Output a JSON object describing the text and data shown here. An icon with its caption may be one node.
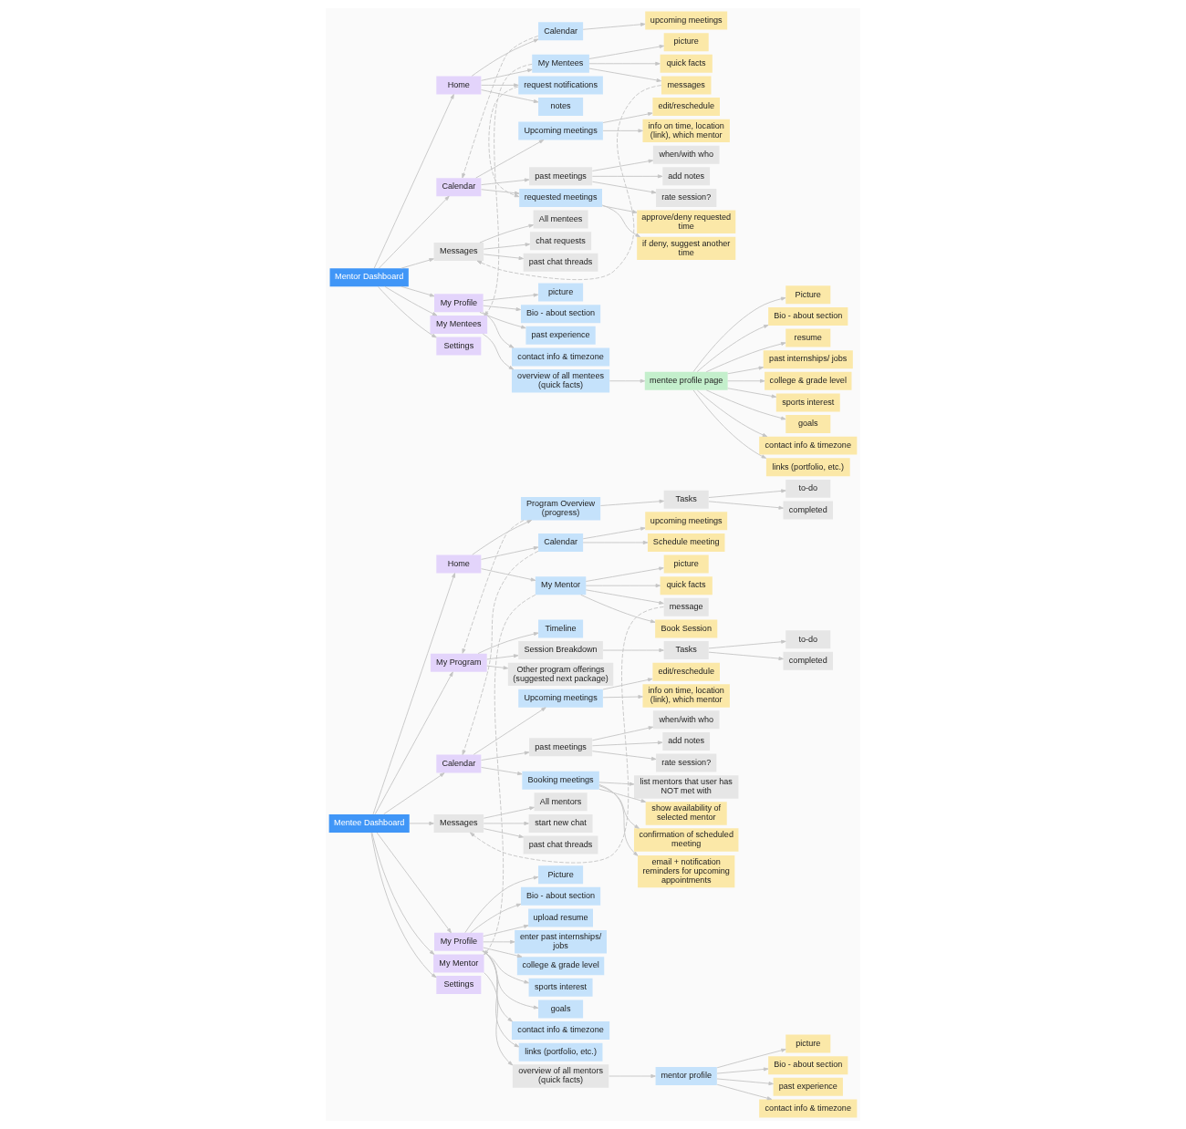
{
  "diagram": {
    "nodes": [
      {
        "text": [
          "Mentee Dashboard"
        ]
      },
      {
        "text": [
          "Home"
        ]
      },
      {
        "text": [
          "My Program"
        ]
      },
      {
        "text": [
          "Calendar"
        ]
      },
      {
        "text": [
          "Messages"
        ]
      },
      {
        "text": [
          "My Profile"
        ]
      },
      {
        "text": [
          "My Mentor"
        ]
      },
      {
        "text": [
          "Settings"
        ]
      },
      {
        "text": [
          "Program Overview (progress)"
        ]
      },
      {
        "text": [
          "Tasks"
        ]
      },
      {
        "text": [
          "to-do"
        ]
      },
      {
        "text": [
          "completed"
        ]
      },
      {
        "text": [
          "Calendar"
        ]
      },
      {
        "text": [
          "upcoming meetings"
        ]
      },
      {
        "text": [
          "Schedule meeting"
        ]
      },
      {
        "text": [
          "My Mentor"
        ]
      },
      {
        "text": [
          "picture"
        ]
      },
      {
        "text": [
          "quick facts"
        ]
      },
      {
        "text": [
          "message"
        ]
      },
      {
        "text": [
          "Book Session"
        ]
      },
      {
        "text": [
          "Timeline"
        ]
      },
      {
        "text": [
          "Session Breakdown"
        ]
      },
      {
        "text": [
          "Tasks"
        ]
      },
      {
        "text": [
          "to-do"
        ]
      },
      {
        "text": [
          "completed"
        ]
      },
      {
        "text": [
          "Other program offerings (suggested next package)"
        ]
      },
      {
        "text": [
          "Upcoming meetings"
        ]
      },
      {
        "text": [
          "edit/reschedule"
        ]
      },
      {
        "text": [
          "info on time, location (link), which mentor"
        ]
      },
      {
        "text": [
          "past meetings"
        ]
      },
      {
        "text": [
          "when/with who"
        ]
      },
      {
        "text": [
          "add notes"
        ]
      },
      {
        "text": [
          "rate session?"
        ]
      },
      {
        "text": [
          "Booking meetings"
        ]
      },
      {
        "text": [
          "list mentors that user has NOT met with"
        ]
      },
      {
        "text": [
          "show availability of selected mentor"
        ]
      },
      {
        "text": [
          "confirmation of scheduled meeting"
        ]
      },
      {
        "text": [
          "email + notification reminders for upcoming appointments"
        ]
      },
      {
        "text": [
          "All mentors"
        ]
      },
      {
        "text": [
          "start new chat"
        ]
      },
      {
        "text": [
          "past chat threads"
        ]
      },
      {
        "text": [
          "Picture"
        ]
      },
      {
        "text": [
          "Bio - about section"
        ]
      },
      {
        "text": [
          "upload resume"
        ]
      },
      {
        "text": [
          "enter past internships/ jobs"
        ]
      },
      {
        "text": [
          "college & grade level"
        ]
      },
      {
        "text": [
          "sports interest"
        ]
      },
      {
        "text": [
          "goals"
        ]
      },
      {
        "text": [
          "contact info & timezone"
        ]
      },
      {
        "text": [
          "links (portfolio, etc.)"
        ]
      },
      {
        "text": [
          "overview of all mentors (quick facts)"
        ]
      },
      {
        "text": [
          "mentor profile"
        ]
      },
      {
        "text": [
          "picture"
        ]
      },
      {
        "text": [
          "Bio - about section"
        ]
      },
      {
        "text": [
          "past experience"
        ]
      },
      {
        "text": [
          "contact info & timezone"
        ]
      },
      {
        "text": [
          "Mentor Dashboard"
        ]
      },
      {
        "text": [
          "Home"
        ]
      },
      {
        "text": [
          "Calendar"
        ]
      },
      {
        "text": [
          "Messages"
        ]
      },
      {
        "text": [
          "My Profile"
        ]
      },
      {
        "text": [
          "My Mentees"
        ]
      },
      {
        "text": [
          "Settings"
        ]
      },
      {
        "text": [
          "Calendar"
        ]
      },
      {
        "text": [
          "upcoming meetings"
        ]
      },
      {
        "text": [
          "My Mentees"
        ]
      },
      {
        "text": [
          "picture"
        ]
      },
      {
        "text": [
          "quick facts"
        ]
      },
      {
        "text": [
          "messages"
        ]
      },
      {
        "text": [
          "request notifications"
        ]
      },
      {
        "text": [
          "notes"
        ]
      },
      {
        "text": [
          "Upcoming meetings"
        ]
      },
      {
        "text": [
          "edit/reschedule"
        ]
      },
      {
        "text": [
          "info on time, location (link), which mentor"
        ]
      },
      {
        "text": [
          "past meetings"
        ]
      },
      {
        "text": [
          "when/with who"
        ]
      },
      {
        "text": [
          "add notes"
        ]
      },
      {
        "text": [
          "rate session?"
        ]
      },
      {
        "text": [
          "requested meetings"
        ]
      },
      {
        "text": [
          "approve/deny requested time"
        ]
      },
      {
        "text": [
          "if deny, suggest another time"
        ]
      },
      {
        "text": [
          "All mentees"
        ]
      },
      {
        "text": [
          "chat requests"
        ]
      },
      {
        "text": [
          "past chat threads"
        ]
      },
      {
        "text": [
          "picture"
        ]
      },
      {
        "text": [
          "Bio - about section"
        ]
      },
      {
        "text": [
          "past experience"
        ]
      },
      {
        "text": [
          "contact info & timezone"
        ]
      },
      {
        "text": [
          "overview of all mentees (quick facts)"
        ]
      },
      {
        "text": [
          "mentee profile page"
        ]
      },
      {
        "text": [
          "Picture"
        ]
      },
      {
        "text": [
          "Bio - about section"
        ]
      },
      {
        "text": [
          "resume"
        ]
      },
      {
        "text": [
          "past internships/ jobs"
        ]
      },
      {
        "text": [
          "college & grade level"
        ]
      },
      {
        "text": [
          "sports interest"
        ]
      },
      {
        "text": [
          "goals"
        ]
      },
      {
        "text": [
          "contact info & timezone"
        ]
      },
      {
        "text": [
          "links (portfolio, etc.)"
        ]
      }
    ],
    "edges": [
      {
        "from": 0,
        "to": 1,
        "arrow": "to"
      },
      {
        "from": 0,
        "to": 2,
        "arrow": "to"
      },
      {
        "from": 0,
        "to": 3,
        "arrow": "to"
      },
      {
        "from": 0,
        "to": 4,
        "arrow": "to"
      },
      {
        "from": 0,
        "to": 5,
        "arrow": "to"
      },
      {
        "from": 0,
        "to": 6,
        "arrow": "to"
      },
      {
        "from": 0,
        "to": 7,
        "arrow": "to"
      },
      {
        "from": 1,
        "to": 8,
        "arrow": "to"
      },
      {
        "from": 8,
        "to": 9,
        "arrow": "to"
      },
      {
        "from": 9,
        "to": 10,
        "arrow": "to"
      },
      {
        "from": 9,
        "to": 11,
        "arrow": "to"
      },
      {
        "from": 1,
        "to": 12,
        "arrow": "to"
      },
      {
        "from": 12,
        "to": 13,
        "arrow": "to"
      },
      {
        "from": 12,
        "to": 14,
        "arrow": "to"
      },
      {
        "from": 1,
        "to": 15,
        "arrow": "to"
      },
      {
        "from": 15,
        "to": 16,
        "arrow": "to"
      },
      {
        "from": 15,
        "to": 17,
        "arrow": "to"
      },
      {
        "from": 15,
        "to": 18,
        "arrow": "to"
      },
      {
        "from": 15,
        "to": 19,
        "arrow": "to"
      },
      {
        "from": 8,
        "to": 2,
        "arrow": "to",
        "style": "dashed"
      },
      {
        "from": 12,
        "to": 3,
        "arrow": "to",
        "style": "dashed"
      },
      {
        "from": 15,
        "to": 6,
        "arrow": "to",
        "style": "dashed"
      },
      {
        "from": 18,
        "to": 4,
        "arrow": "to",
        "style": "dashed"
      },
      {
        "from": 2,
        "to": 20,
        "arrow": "to"
      },
      {
        "from": 2,
        "to": 21,
        "arrow": "to"
      },
      {
        "from": 21,
        "to": 22,
        "arrow": "to"
      },
      {
        "from": 22,
        "to": 23,
        "arrow": "to"
      },
      {
        "from": 22,
        "to": 24,
        "arrow": "to"
      },
      {
        "from": 2,
        "to": 25,
        "arrow": "to"
      },
      {
        "from": 3,
        "to": 26,
        "arrow": "to"
      },
      {
        "from": 26,
        "to": 27,
        "arrow": "to"
      },
      {
        "from": 26,
        "to": 28,
        "arrow": "to"
      },
      {
        "from": 3,
        "to": 29,
        "arrow": "to"
      },
      {
        "from": 29,
        "to": 30,
        "arrow": "to"
      },
      {
        "from": 29,
        "to": 31,
        "arrow": "to"
      },
      {
        "from": 29,
        "to": 32,
        "arrow": "to"
      },
      {
        "from": 3,
        "to": 33,
        "arrow": "to"
      },
      {
        "from": 33,
        "to": 34,
        "arrow": "to"
      },
      {
        "from": 33,
        "to": 35,
        "arrow": "to"
      },
      {
        "from": 33,
        "to": 36,
        "arrow": "to"
      },
      {
        "from": 33,
        "to": 37,
        "arrow": "to"
      },
      {
        "from": 4,
        "to": 38,
        "arrow": "to"
      },
      {
        "from": 4,
        "to": 39,
        "arrow": "to"
      },
      {
        "from": 4,
        "to": 40,
        "arrow": "to"
      },
      {
        "from": 5,
        "to": 41,
        "arrow": "to"
      },
      {
        "from": 5,
        "to": 42,
        "arrow": "to"
      },
      {
        "from": 5,
        "to": 43,
        "arrow": "to"
      },
      {
        "from": 5,
        "to": 44,
        "arrow": "to"
      },
      {
        "from": 5,
        "to": 45,
        "arrow": "to"
      },
      {
        "from": 5,
        "to": 46,
        "arrow": "to"
      },
      {
        "from": 5,
        "to": 47,
        "arrow": "to"
      },
      {
        "from": 5,
        "to": 48,
        "arrow": "to"
      },
      {
        "from": 5,
        "to": 49,
        "arrow": "to"
      },
      {
        "from": 6,
        "to": 50,
        "arrow": "to"
      },
      {
        "from": 50,
        "to": 51,
        "arrow": "to"
      },
      {
        "from": 51,
        "to": 52,
        "arrow": "to"
      },
      {
        "from": 51,
        "to": 53,
        "arrow": "to"
      },
      {
        "from": 51,
        "to": 54,
        "arrow": "to"
      },
      {
        "from": 51,
        "to": 55,
        "arrow": "to"
      },
      {
        "from": 56,
        "to": 57,
        "arrow": "to"
      },
      {
        "from": 56,
        "to": 58,
        "arrow": "to"
      },
      {
        "from": 56,
        "to": 59,
        "arrow": "to"
      },
      {
        "from": 56,
        "to": 60,
        "arrow": "to"
      },
      {
        "from": 56,
        "to": 61,
        "arrow": "to"
      },
      {
        "from": 56,
        "to": 62,
        "arrow": "to"
      },
      {
        "from": 57,
        "to": 63,
        "arrow": "to"
      },
      {
        "from": 63,
        "to": 64,
        "arrow": "to"
      },
      {
        "from": 57,
        "to": 65,
        "arrow": "to"
      },
      {
        "from": 65,
        "to": 66,
        "arrow": "to"
      },
      {
        "from": 65,
        "to": 67,
        "arrow": "to"
      },
      {
        "from": 65,
        "to": 68,
        "arrow": "to"
      },
      {
        "from": 57,
        "to": 69,
        "arrow": "to"
      },
      {
        "from": 57,
        "to": 70,
        "arrow": "to"
      },
      {
        "from": 63,
        "to": 58,
        "arrow": "to",
        "style": "dashed"
      },
      {
        "from": 65,
        "to": 61,
        "arrow": "to",
        "style": "dashed"
      },
      {
        "from": 68,
        "to": 59,
        "arrow": "to",
        "style": "dashed"
      },
      {
        "from": 69,
        "to": 78,
        "arrow": "to",
        "style": "dashed"
      },
      {
        "from": 58,
        "to": 71,
        "arrow": "to"
      },
      {
        "from": 71,
        "to": 72,
        "arrow": "to"
      },
      {
        "from": 71,
        "to": 73,
        "arrow": "to"
      },
      {
        "from": 58,
        "to": 74,
        "arrow": "to"
      },
      {
        "from": 74,
        "to": 75,
        "arrow": "to"
      },
      {
        "from": 74,
        "to": 76,
        "arrow": "to"
      },
      {
        "from": 74,
        "to": 77,
        "arrow": "to"
      },
      {
        "from": 58,
        "to": 78,
        "arrow": "to"
      },
      {
        "from": 78,
        "to": 79,
        "arrow": "to"
      },
      {
        "from": 78,
        "to": 80,
        "arrow": "to"
      },
      {
        "from": 59,
        "to": 81,
        "arrow": "to"
      },
      {
        "from": 59,
        "to": 82,
        "arrow": "to"
      },
      {
        "from": 59,
        "to": 83,
        "arrow": "to"
      },
      {
        "from": 60,
        "to": 84,
        "arrow": "to"
      },
      {
        "from": 60,
        "to": 85,
        "arrow": "to"
      },
      {
        "from": 60,
        "to": 86,
        "arrow": "to"
      },
      {
        "from": 60,
        "to": 87,
        "arrow": "to"
      },
      {
        "from": 61,
        "to": 88,
        "arrow": "to"
      },
      {
        "from": 88,
        "to": 89,
        "arrow": "to"
      },
      {
        "from": 89,
        "to": 90,
        "arrow": "to"
      },
      {
        "from": 89,
        "to": 91,
        "arrow": "to"
      },
      {
        "from": 89,
        "to": 92,
        "arrow": "to"
      },
      {
        "from": 89,
        "to": 93,
        "arrow": "to"
      },
      {
        "from": 89,
        "to": 94,
        "arrow": "to"
      },
      {
        "from": 89,
        "to": 95,
        "arrow": "to"
      },
      {
        "from": 89,
        "to": 96,
        "arrow": "to"
      },
      {
        "from": 89,
        "to": 97,
        "arrow": "to"
      },
      {
        "from": 89,
        "to": 98,
        "arrow": "to"
      }
    ]
  }
}
